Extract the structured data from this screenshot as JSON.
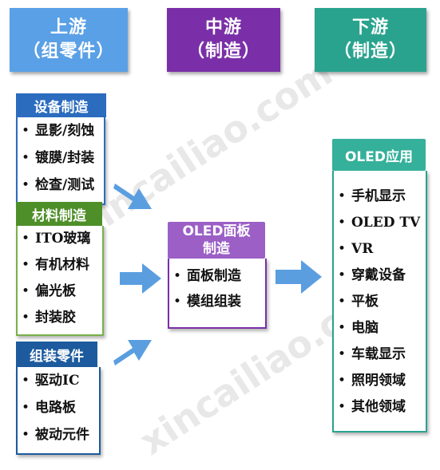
{
  "headers": {
    "upstream": {
      "title": "上游",
      "subtitle": "（组零件）"
    },
    "midstream": {
      "title": "中游",
      "subtitle": "（制造）"
    },
    "downstream": {
      "title": "下游",
      "subtitle": "（制造）"
    }
  },
  "upstream": {
    "equipment": {
      "title": "设备制造",
      "items": [
        "显影/刻蚀",
        "镀膜/封装",
        "检查/测试"
      ]
    },
    "materials": {
      "title": "材料制造",
      "items": [
        "ITO玻璃",
        "有机材料",
        "偏光板",
        "封装胶"
      ]
    },
    "assembly": {
      "title": "组装零件",
      "items": [
        "驱动IC",
        "电路板",
        "被动元件"
      ]
    }
  },
  "midstream": {
    "panel": {
      "title_line1": "OLED面板",
      "title_line2": "制造",
      "items": [
        "面板制造",
        "模组组装"
      ]
    }
  },
  "downstream": {
    "applications": {
      "title": "OLED应用",
      "items": [
        "手机显示",
        "OLED TV",
        "VR",
        "穿戴设备",
        "平板",
        "电脑",
        "车载显示",
        "照明领域",
        "其他领域"
      ]
    }
  },
  "watermark": "xincailiao.com",
  "colors": {
    "upstream": "#5aa0e6",
    "midstream": "#7a2fa8",
    "downstream": "#2aa38e",
    "arrow": "#5a9ee0"
  }
}
